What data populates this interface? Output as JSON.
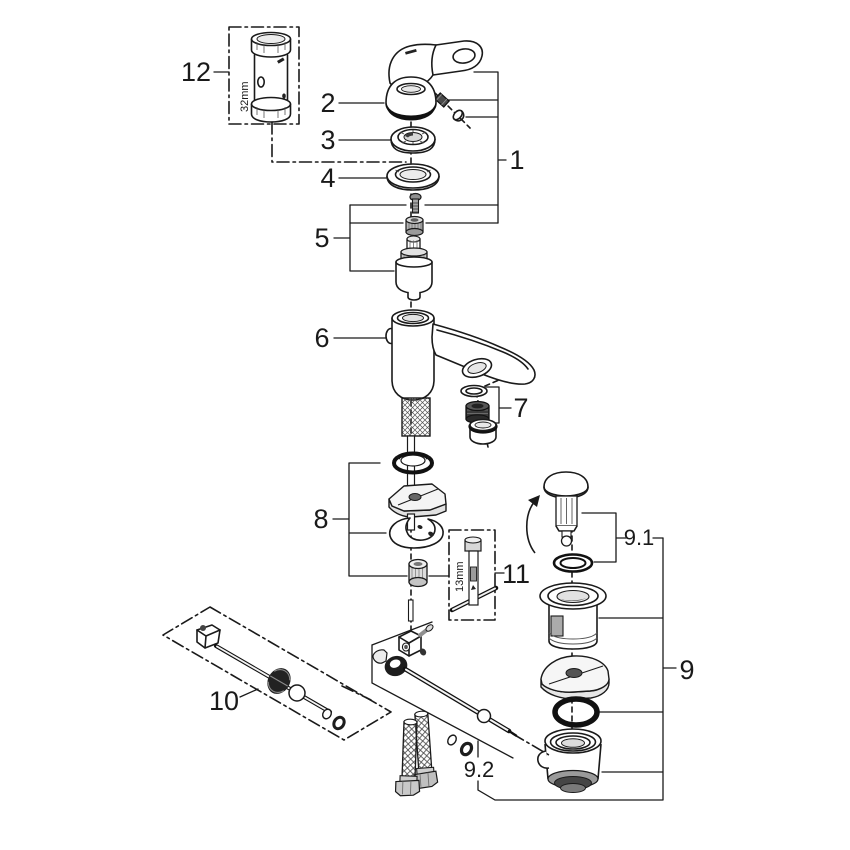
{
  "diagram": {
    "type": "exploded-parts-diagram",
    "subject": "single-lever basin faucet with waste set",
    "colors": {
      "background": "#ffffff",
      "line": "#1a1a1a",
      "dark_fill": "#111111",
      "mid_gray": "#999999",
      "light_gray": "#e4e4e4"
    },
    "parts": {
      "p1": {
        "label": "1",
        "name": "handle-assembly-group"
      },
      "p2": {
        "label": "2",
        "name": "handle-cap-ring"
      },
      "p3": {
        "label": "3",
        "name": "cartridge-cap-ring"
      },
      "p4": {
        "label": "4",
        "name": "base-ring"
      },
      "p5": {
        "label": "5",
        "name": "cartridge-set"
      },
      "p6": {
        "label": "6",
        "name": "faucet-body"
      },
      "p7": {
        "label": "7",
        "name": "aerator-set"
      },
      "p8": {
        "label": "8",
        "name": "mounting-set"
      },
      "p9": {
        "label": "9",
        "name": "waste-set"
      },
      "p9_1": {
        "label": "9.1",
        "name": "plug-with-seal"
      },
      "p9_2": {
        "label": "9.2",
        "name": "rod-linkage-set"
      },
      "p10": {
        "label": "10",
        "name": "pull-rod"
      },
      "p11": {
        "label": "11",
        "name": "socket-tool-13mm"
      },
      "p12": {
        "label": "12",
        "name": "socket-tool-32mm"
      }
    },
    "annotations": {
      "tool32": "32mm",
      "tool13": "13mm"
    }
  }
}
